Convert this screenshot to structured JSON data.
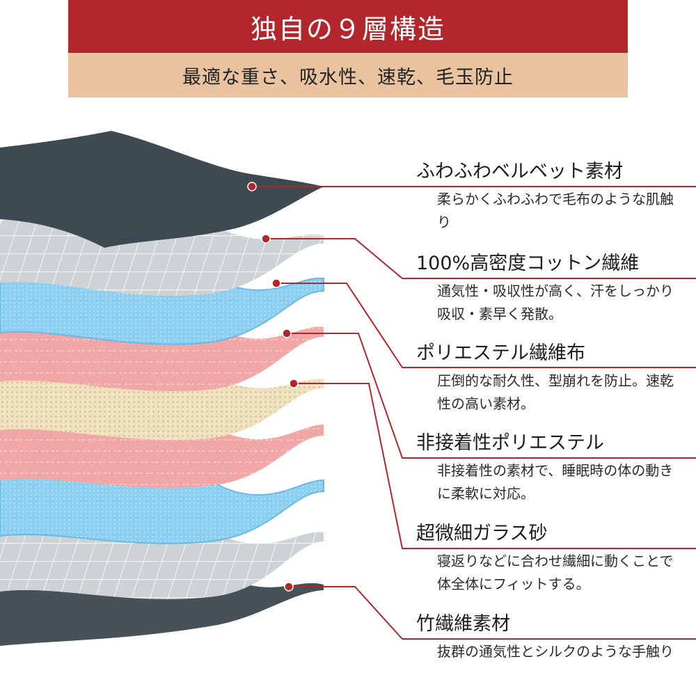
{
  "header": {
    "title": "独自の９層構造",
    "subtitle": "最適な重さ、吸水性、速乾、毛玉防止"
  },
  "layers": [
    {
      "name": "ふわふわベルベット素材",
      "desc": "柔らかくふわふわで毛布のような肌触り"
    },
    {
      "name": "100%高密度コットン繊維",
      "desc": "通気性・吸収性が高く、汗をしっかり吸収・素早く発散。"
    },
    {
      "name": "ポリエステル繊維布",
      "desc": "圧倒的な耐久性、型崩れを防止。速乾性の高い素材。"
    },
    {
      "name": "非接着性ポリエステル",
      "desc": "非接着性の素材で、睡眠時の体の動きに柔軟に対応。"
    },
    {
      "name": "超微細ガラス砂",
      "desc": "寝返りなどに合わせ繊細に動くことで体全体にフィットする。"
    },
    {
      "name": "竹繊維素材",
      "desc": "抜群の通気性とシルクのような手触り"
    }
  ],
  "colors": {
    "accent": "#b3262c",
    "subtitle_bg": "#e9c3a0",
    "velvet": "#3e4a52",
    "cotton_grid": "#c9cfd1",
    "polyester_blue": "#8ed0f2",
    "nonwoven_pink": "#f2a8a8",
    "glass_sand": "#f3e6c6"
  }
}
